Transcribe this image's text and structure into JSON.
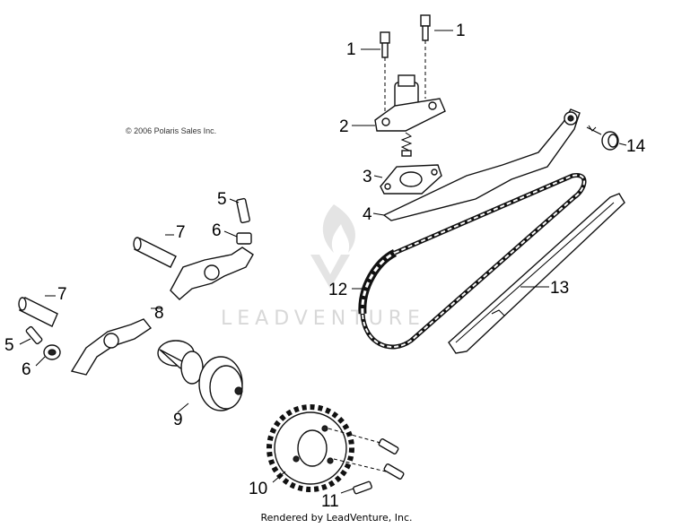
{
  "copyright": "© 2006 Polaris Sales Inc.",
  "footer": "Rendered by LeadVenture, Inc.",
  "watermark": {
    "text": "LEADVENTURE",
    "logo": "leadventure-flame-logo"
  },
  "callouts": {
    "c1a": "1",
    "c1b": "1",
    "c2": "2",
    "c3": "3",
    "c4": "4",
    "c5a": "5",
    "c5b": "5",
    "c6a": "6",
    "c6b": "6",
    "c7a": "7",
    "c7b": "7",
    "c8": "8",
    "c9": "9",
    "c10": "10",
    "c11": "11",
    "c12": "12",
    "c13": "13",
    "c14": "14"
  },
  "parts": [
    {
      "number": "1",
      "icon": "bolt-icon"
    },
    {
      "number": "2",
      "icon": "tensioner-icon"
    },
    {
      "number": "3",
      "icon": "gasket-icon"
    },
    {
      "number": "4",
      "icon": "chain-guide-icon"
    },
    {
      "number": "5",
      "icon": "adjust-screw-icon"
    },
    {
      "number": "6",
      "icon": "nut-icon"
    },
    {
      "number": "7",
      "icon": "rocker-shaft-icon"
    },
    {
      "number": "8",
      "icon": "rocker-arm-icon"
    },
    {
      "number": "9",
      "icon": "camshaft-icon"
    },
    {
      "number": "10",
      "icon": "sprocket-icon"
    },
    {
      "number": "11",
      "icon": "sprocket-bolt-icon"
    },
    {
      "number": "12",
      "icon": "cam-chain-icon"
    },
    {
      "number": "13",
      "icon": "chain-slipper-icon"
    },
    {
      "number": "14",
      "icon": "pivot-bolt-icon"
    }
  ]
}
